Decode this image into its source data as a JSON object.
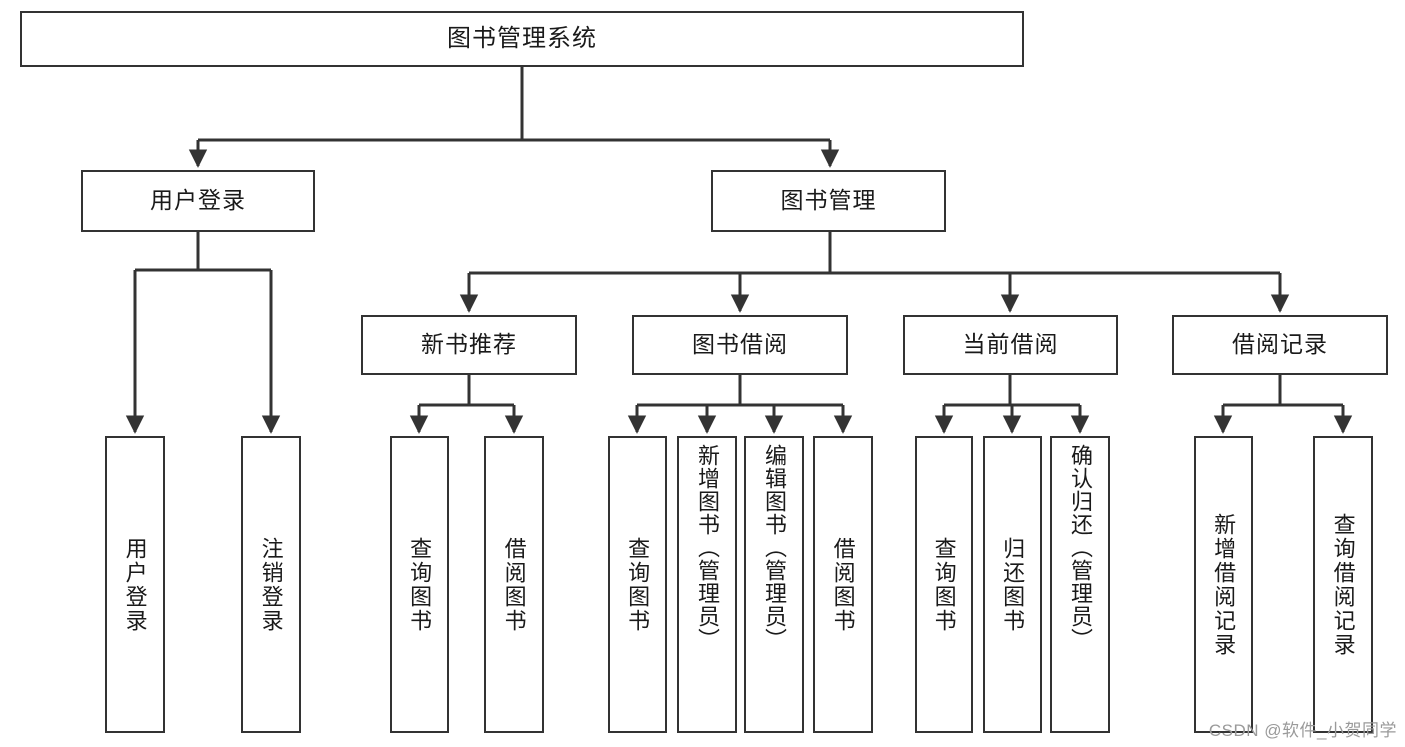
{
  "diagram": {
    "title": "图书管理系统",
    "type": "tree",
    "watermark": "CSDN @软件_小贺同学",
    "colors": {
      "box_border": "#333333",
      "box_fill": "#ffffff",
      "connector": "#333333",
      "text": "#1a1a1a",
      "watermark": "#9a9a9a",
      "background": "#ffffff"
    },
    "root": {
      "label": "图书管理系统"
    },
    "level2": [
      {
        "label": "用户登录"
      },
      {
        "label": "图书管理"
      }
    ],
    "level3": [
      {
        "label": "新书推荐"
      },
      {
        "label": "图书借阅"
      },
      {
        "label": "当前借阅"
      },
      {
        "label": "借阅记录"
      }
    ],
    "leaves": {
      "user_login": [
        {
          "label": "用户登录"
        },
        {
          "label": "注销登录"
        }
      ],
      "new_book_recommend": [
        {
          "label": "查询图书"
        },
        {
          "label": "借阅图书"
        }
      ],
      "book_borrow": [
        {
          "label": "查询图书"
        },
        {
          "label": "新增图书（管理员）"
        },
        {
          "label": "编辑图书（管理员）"
        },
        {
          "label": "借阅图书"
        }
      ],
      "current_borrow": [
        {
          "label": "查询图书"
        },
        {
          "label": "归还图书"
        },
        {
          "label": "确认归还（管理员）"
        }
      ],
      "borrow_record": [
        {
          "label": "新增借阅记录"
        },
        {
          "label": "查询借阅记录"
        }
      ]
    }
  }
}
